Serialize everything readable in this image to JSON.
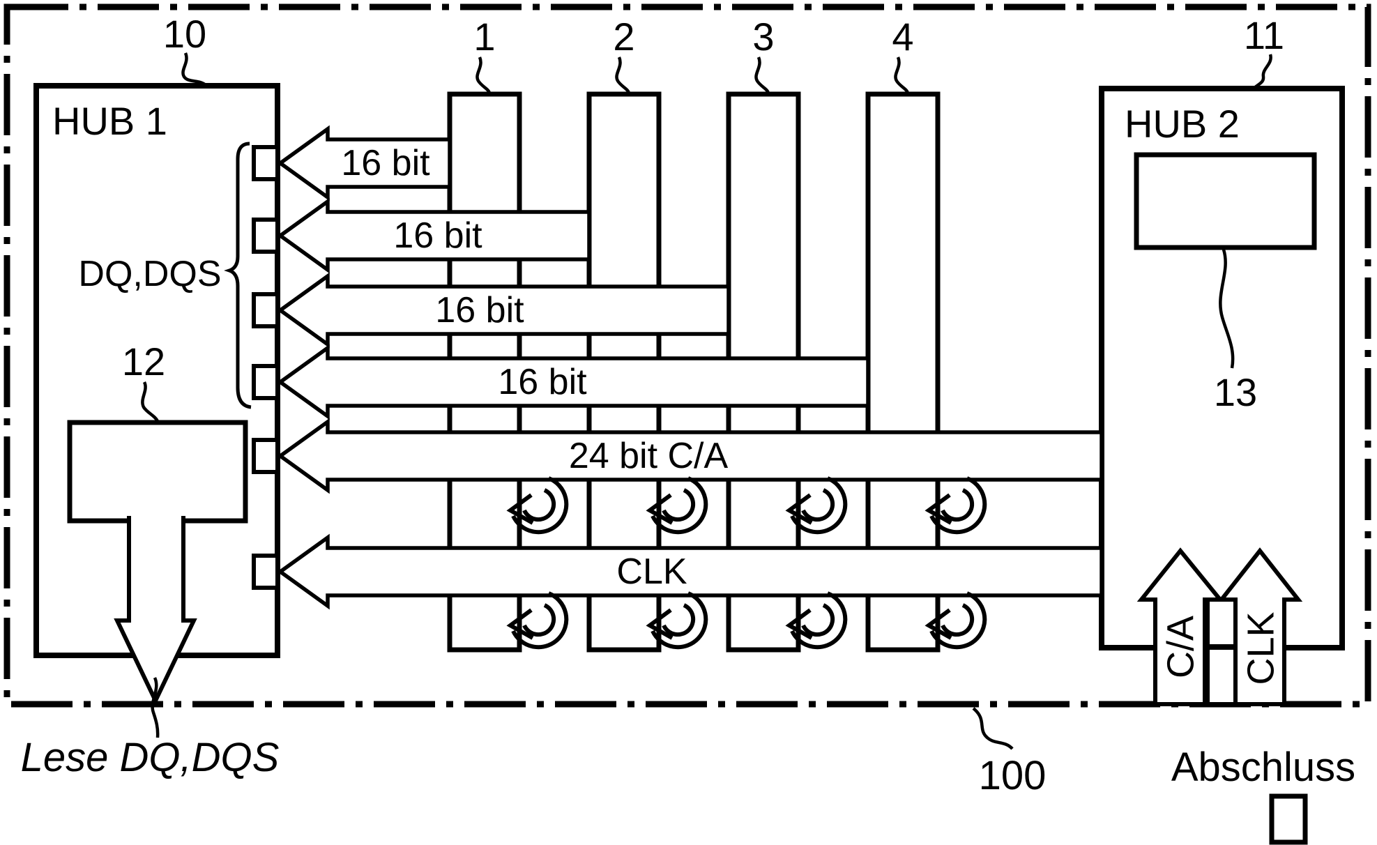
{
  "colors": {
    "ink": "#000000",
    "paper": "#ffffff"
  },
  "hub1": {
    "title": "HUB 1",
    "ref": "10",
    "ports_label": "DQ,DQS",
    "logic_ref": "12"
  },
  "hub2": {
    "title": "HUB 2",
    "ref": "11",
    "buffer_ref": "13"
  },
  "system_ref": "100",
  "modules": [
    {
      "ref": "1"
    },
    {
      "ref": "2"
    },
    {
      "ref": "3"
    },
    {
      "ref": "4"
    }
  ],
  "buses": [
    {
      "label": "16 bit"
    },
    {
      "label": "16 bit"
    },
    {
      "label": "16 bit"
    },
    {
      "label": "16 bit"
    },
    {
      "label": "24 bit C/A"
    },
    {
      "label": "CLK"
    }
  ],
  "bottom_arrows": [
    {
      "label": "C/A"
    },
    {
      "label": "CLK"
    }
  ],
  "captions": {
    "read_label": "Lese DQ,DQS",
    "termination_label": "Abschluss"
  }
}
